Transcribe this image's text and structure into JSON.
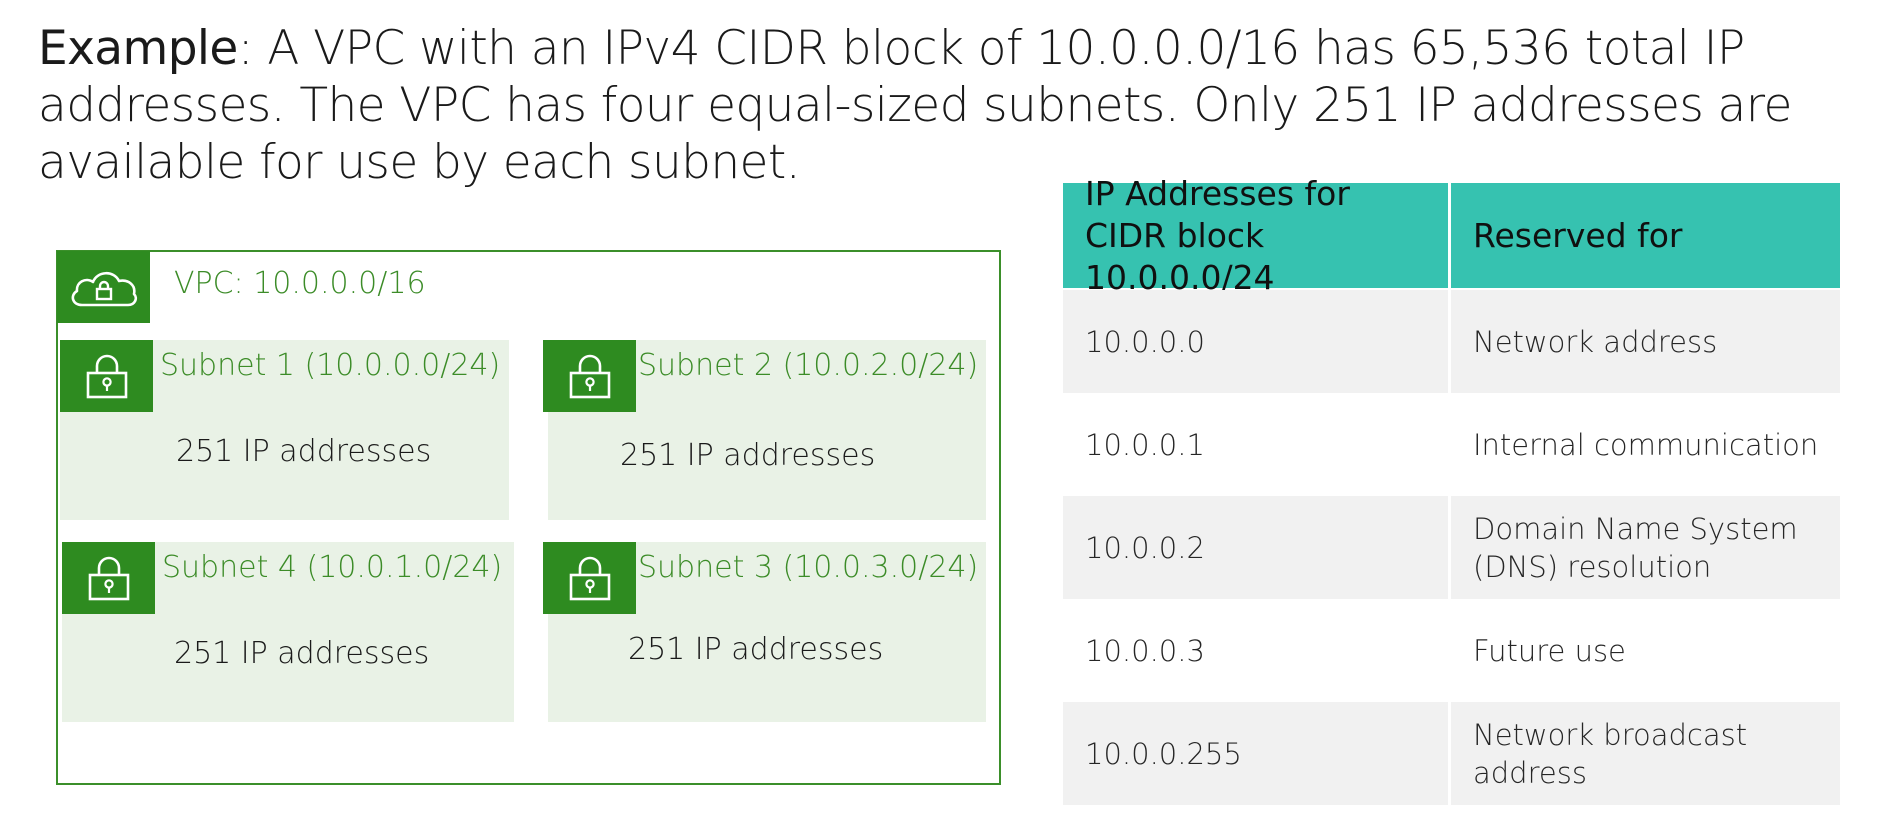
{
  "intro": {
    "label": "Example",
    "text": ": A VPC with an IPv4 CIDR block of 10.0.0.0/16 has 65,536 total IP addresses. The VPC has four equal-sized subnets. Only 251 IP addresses are available for use by each subnet."
  },
  "vpc": {
    "label": "VPC: 10.0.0.0/16",
    "icon": "cloud-lock-icon"
  },
  "subnets": [
    {
      "title": "Subnet 1 (10.0.0.0/24)",
      "count": "251 IP addresses",
      "icon": "lock-icon"
    },
    {
      "title": "Subnet 2 (10.0.2.0/24)",
      "count": "251 IP addresses",
      "icon": "lock-icon"
    },
    {
      "title": "Subnet 4 (10.0.1.0/24)",
      "count": "251 IP addresses",
      "icon": "lock-icon"
    },
    {
      "title": "Subnet 3 (10.0.3.0/24)",
      "count": "251 IP addresses",
      "icon": "lock-icon"
    }
  ],
  "table": {
    "headers": [
      "IP Addresses for CIDR block 10.0.0.0/24",
      "Reserved for"
    ],
    "rows": [
      [
        "10.0.0.0",
        "Network address"
      ],
      [
        "10.0.0.1",
        "Internal communication"
      ],
      [
        "10.0.0.2",
        "Domain Name System (DNS) resolution"
      ],
      [
        "10.0.0.3",
        "Future use"
      ],
      [
        "10.0.0.255",
        "Network broadcast address"
      ]
    ]
  },
  "colors": {
    "green": "#2e8b20",
    "subnet_bg": "#e9f2e6",
    "table_header": "#36c2b0",
    "row_shade": "#f1f1f1"
  }
}
